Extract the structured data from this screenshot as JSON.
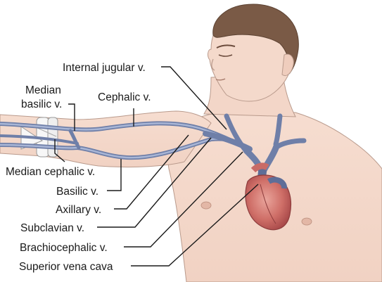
{
  "labels": {
    "internal_jugular": "Internal jugular v.",
    "median_basilic_line1": "Median",
    "median_basilic_line2": "basilic v.",
    "cephalic": "Cephalic v.",
    "median_cephalic": "Median cephalic v.",
    "basilic": "Basilic v.",
    "axillary": "Axillary v.",
    "subclavian": "Subclavian v.",
    "brachiocephalic": "Brachiocephalic v.",
    "superior_vena_cava": "Superior vena cava"
  }
}
